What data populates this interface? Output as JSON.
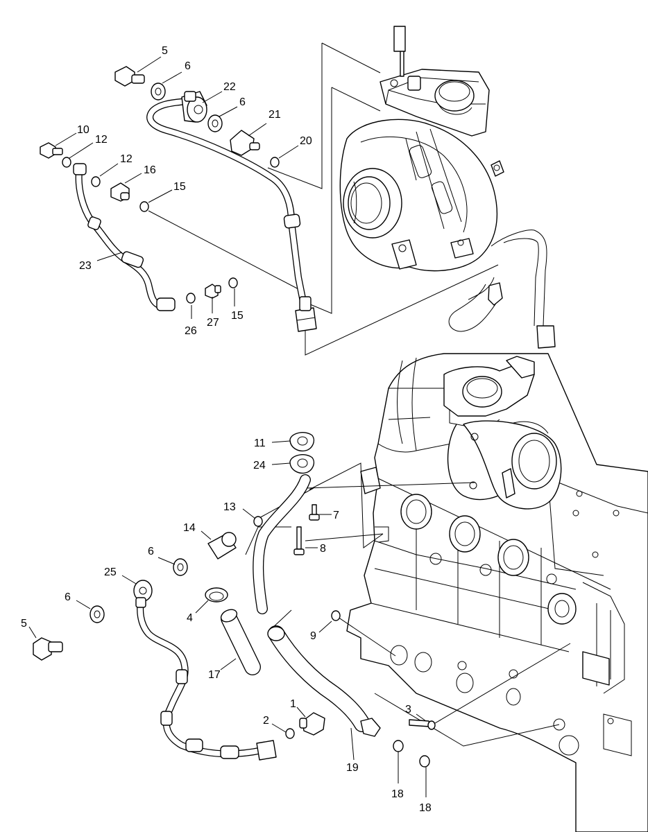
{
  "callouts": [
    {
      "id": "c5a",
      "text": "5"
    },
    {
      "id": "c6a",
      "text": "6"
    },
    {
      "id": "c22",
      "text": "22"
    },
    {
      "id": "c6b",
      "text": "6"
    },
    {
      "id": "c21",
      "text": "21"
    },
    {
      "id": "c10",
      "text": "10"
    },
    {
      "id": "c12a",
      "text": "12"
    },
    {
      "id": "c12b",
      "text": "12"
    },
    {
      "id": "c16",
      "text": "16"
    },
    {
      "id": "c20",
      "text": "20"
    },
    {
      "id": "c15a",
      "text": "15"
    },
    {
      "id": "c23",
      "text": "23"
    },
    {
      "id": "c26",
      "text": "26"
    },
    {
      "id": "c27",
      "text": "27"
    },
    {
      "id": "c15b",
      "text": "15"
    },
    {
      "id": "c11",
      "text": "11"
    },
    {
      "id": "c24",
      "text": "24"
    },
    {
      "id": "c13",
      "text": "13"
    },
    {
      "id": "c7",
      "text": "7"
    },
    {
      "id": "c14",
      "text": "14"
    },
    {
      "id": "c8",
      "text": "8"
    },
    {
      "id": "c6c",
      "text": "6"
    },
    {
      "id": "c25",
      "text": "25"
    },
    {
      "id": "c6d",
      "text": "6"
    },
    {
      "id": "c4",
      "text": "4"
    },
    {
      "id": "c5b",
      "text": "5"
    },
    {
      "id": "c9",
      "text": "9"
    },
    {
      "id": "c17",
      "text": "17"
    },
    {
      "id": "c1",
      "text": "1"
    },
    {
      "id": "c3",
      "text": "3"
    },
    {
      "id": "c2",
      "text": "2"
    },
    {
      "id": "c19",
      "text": "19"
    },
    {
      "id": "c18a",
      "text": "18"
    },
    {
      "id": "c18b",
      "text": "18"
    }
  ],
  "colors": {
    "line": "#000000",
    "background": "#ffffff"
  }
}
